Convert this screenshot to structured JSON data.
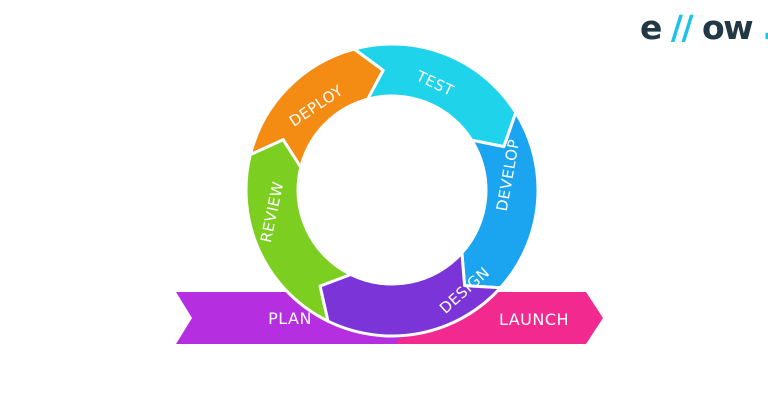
{
  "logo": {
    "prefix": "e",
    "slashes": "//",
    "suffix": "ow",
    "dot": ".",
    "text_color": "#223844",
    "accent_color": "#1cc3e6"
  },
  "cycle": {
    "segments": [
      {
        "key": "test",
        "label": "TEST",
        "color": "#1fd3ea"
      },
      {
        "key": "develop",
        "label": "DEVELOP",
        "color": "#1ba4ef"
      },
      {
        "key": "design",
        "label": "DESIGN",
        "color": "#7b34d8"
      },
      {
        "key": "review",
        "label": "REVIEW",
        "color": "#7ccf21"
      },
      {
        "key": "deploy",
        "label": "DEPLOY",
        "color": "#f48b12"
      }
    ]
  },
  "bands": {
    "plan": {
      "label": "PLAN",
      "color": "#b52ee0"
    },
    "launch": {
      "label": "LAUNCH",
      "color": "#f2298f"
    }
  }
}
